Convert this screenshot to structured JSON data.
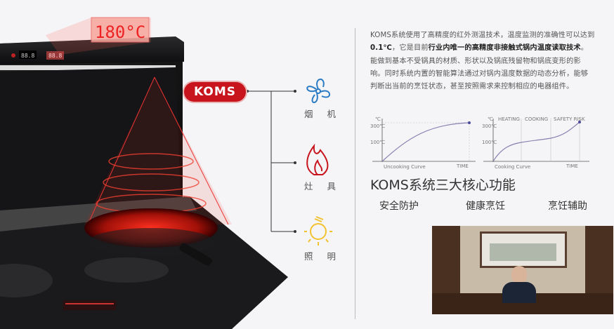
{
  "product": {
    "display_temp": "180°C",
    "panel_readout_1": "88.8",
    "panel_readout_2": "88.8",
    "brand_badge": "KOMS"
  },
  "tree": [
    {
      "label": "烟 机",
      "icon": "fan-icon",
      "color": "#2b7bc4"
    },
    {
      "label": "灶 具",
      "icon": "flame-icon",
      "color": "#c8141c"
    },
    {
      "label": "照 明",
      "icon": "lightbulb-icon",
      "color": "#f2c230"
    }
  ],
  "description": {
    "p1": "KOMS系统使用了高精度的红外测温技术，温度监测的准确性可以达到",
    "b1": "0.1℃",
    "p2": "，它是目前",
    "b2": "行业内唯一的高精度非接触式锅内温度读取技术",
    "p3": "。能做到基本不受锅具的材质、形状以及锅底残留物和锅底变形的影响。同时系统内置的智能算法通过对锅内温度数据的动态分析，能够判断出当前的烹饪状态，甚至按照需求来控制相应的电器组件。"
  },
  "charts": [
    {
      "caption": "Uncooking Curve",
      "unit": "℃",
      "y_ticks": [
        "300℃",
        "100℃"
      ],
      "x_label": "TIME",
      "phases": []
    },
    {
      "caption": "Cooking Curve",
      "unit": "℃",
      "y_ticks": [
        "300℃",
        "100℃"
      ],
      "x_label": "TIME",
      "phases": [
        "HEATING",
        "COOKING",
        "SAFETY RISK"
      ]
    }
  ],
  "section_title": "KOMS系统三大核心功能",
  "features": [
    "安全防护",
    "健康烹饪",
    "烹饪辅助"
  ]
}
